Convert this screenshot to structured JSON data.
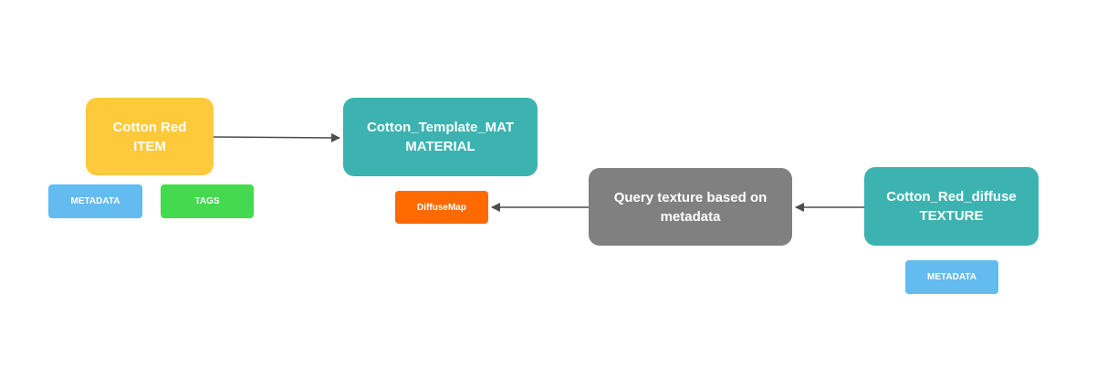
{
  "colors": {
    "item": "#ffc93c",
    "material": "#3cb3b0",
    "query": "#808080",
    "texture": "#3cb3b0",
    "metadata_tag": "#63bbf0",
    "tags_tag": "#44d94e",
    "diffusemap_tag": "#ff6a00",
    "edge": "#4d4d4d"
  },
  "nodes": {
    "item": {
      "line1": "Cotton Red",
      "line2": "ITEM"
    },
    "material": {
      "line1": "Cotton_Template_MAT",
      "line2": "MATERIAL"
    },
    "query": {
      "line1": "Query texture based on",
      "line2": "metadata"
    },
    "texture": {
      "line1": "Cotton_Red_diffuse",
      "line2": "TEXTURE"
    }
  },
  "tags": {
    "item_metadata": "METADATA",
    "item_tags": "TAGS",
    "diffusemap": "DiffuseMap",
    "texture_metadata": "METADATA"
  },
  "edges": [
    {
      "from": "item",
      "to": "material"
    },
    {
      "from": "texture",
      "to": "query"
    },
    {
      "from": "query",
      "to": "diffusemap"
    }
  ]
}
